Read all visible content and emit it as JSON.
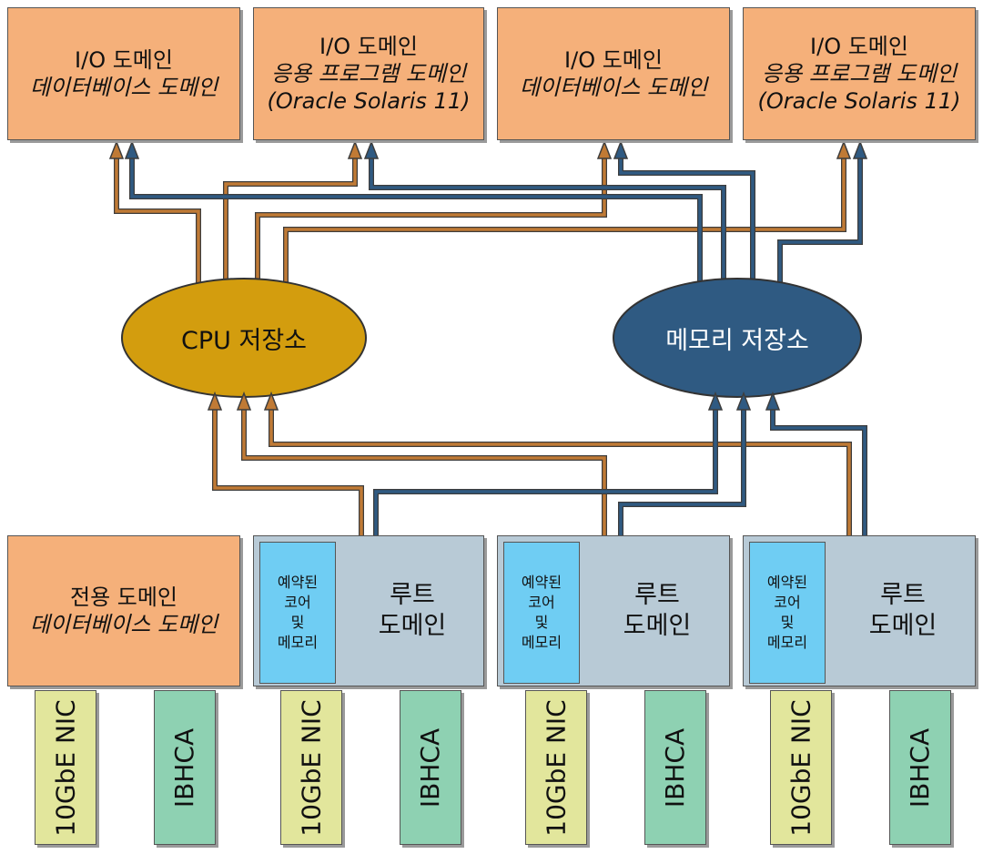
{
  "io_domains": [
    {
      "line1": "I/O 도메인",
      "line2": "데이터베이스 도메인",
      "line3": ""
    },
    {
      "line1": "I/O 도메인",
      "line2": "응용 프로그램 도메인",
      "line3": "(Oracle Solaris 11)"
    },
    {
      "line1": "I/O 도메인",
      "line2": "데이터베이스 도메인",
      "line3": ""
    },
    {
      "line1": "I/O 도메인",
      "line2": "응용 프로그램 도메인",
      "line3": "(Oracle Solaris 11)"
    }
  ],
  "pools": {
    "cpu": {
      "label": "CPU 저장소",
      "color": "#d39d0e"
    },
    "memory": {
      "label": "메모리 저장소",
      "color": "#2f5a82"
    }
  },
  "dedicated_domain": {
    "line1": "전용 도메인",
    "line2": "데이터베이스 도메인"
  },
  "root_domains": [
    {
      "reserved": [
        "예약된",
        "코어",
        "및",
        "메모리"
      ],
      "label1": "루트",
      "label2": "도메인"
    },
    {
      "reserved": [
        "예약된",
        "코어",
        "및",
        "메모리"
      ],
      "label1": "루트",
      "label2": "도메인"
    },
    {
      "reserved": [
        "예약된",
        "코어",
        "및",
        "메모리"
      ],
      "label1": "루트",
      "label2": "도메인"
    }
  ],
  "cards": [
    {
      "label": "10GbE NIC",
      "kind": "nic"
    },
    {
      "label": "IBHCA",
      "kind": "ibhca"
    },
    {
      "label": "10GbE NIC",
      "kind": "nic"
    },
    {
      "label": "IBHCA",
      "kind": "ibhca"
    },
    {
      "label": "10GbE NIC",
      "kind": "nic"
    },
    {
      "label": "IBHCA",
      "kind": "ibhca"
    },
    {
      "label": "10GbE NIC",
      "kind": "nic"
    },
    {
      "label": "IBHCA",
      "kind": "ibhca"
    }
  ],
  "colors": {
    "cpu_wire": "#c07a35",
    "memory_wire": "#2f5a82",
    "io_box": "#f5b07a",
    "root_box": "#b8cad6",
    "reserved_box": "#6fcdf3",
    "nic_card": "#e2e69c",
    "ibhca_card": "#8ed1b2"
  }
}
